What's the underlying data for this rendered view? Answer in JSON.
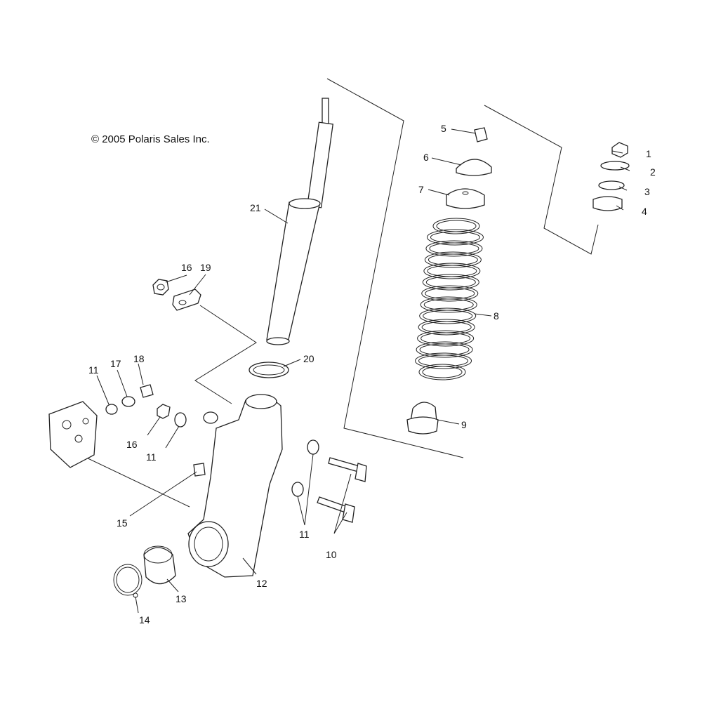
{
  "copyright": "© 2005 Polaris Sales Inc.",
  "callouts": {
    "c1": "1",
    "c2": "2",
    "c3": "3",
    "c4": "4",
    "c5": "5",
    "c6": "6",
    "c7": "7",
    "c8": "8",
    "c9": "9",
    "c10": "10",
    "c11a": "11",
    "c11b": "11",
    "c11c": "11",
    "c12": "12",
    "c13": "13",
    "c14": "14",
    "c15": "15",
    "c16a": "16",
    "c16b": "16",
    "c17": "17",
    "c18": "18",
    "c19": "19",
    "c20": "20",
    "c21": "21"
  },
  "parts": [
    "nut",
    "washer",
    "washer",
    "bushing",
    "nut",
    "spring-retainer",
    "spring-seat",
    "coil-spring",
    "jounce-bumper",
    "bolt",
    "washer",
    "spindle",
    "bearing",
    "retaining-ring",
    "grease-fitting",
    "nut",
    "lock-washer",
    "bolt",
    "clamp",
    "o-ring",
    "strut"
  ]
}
